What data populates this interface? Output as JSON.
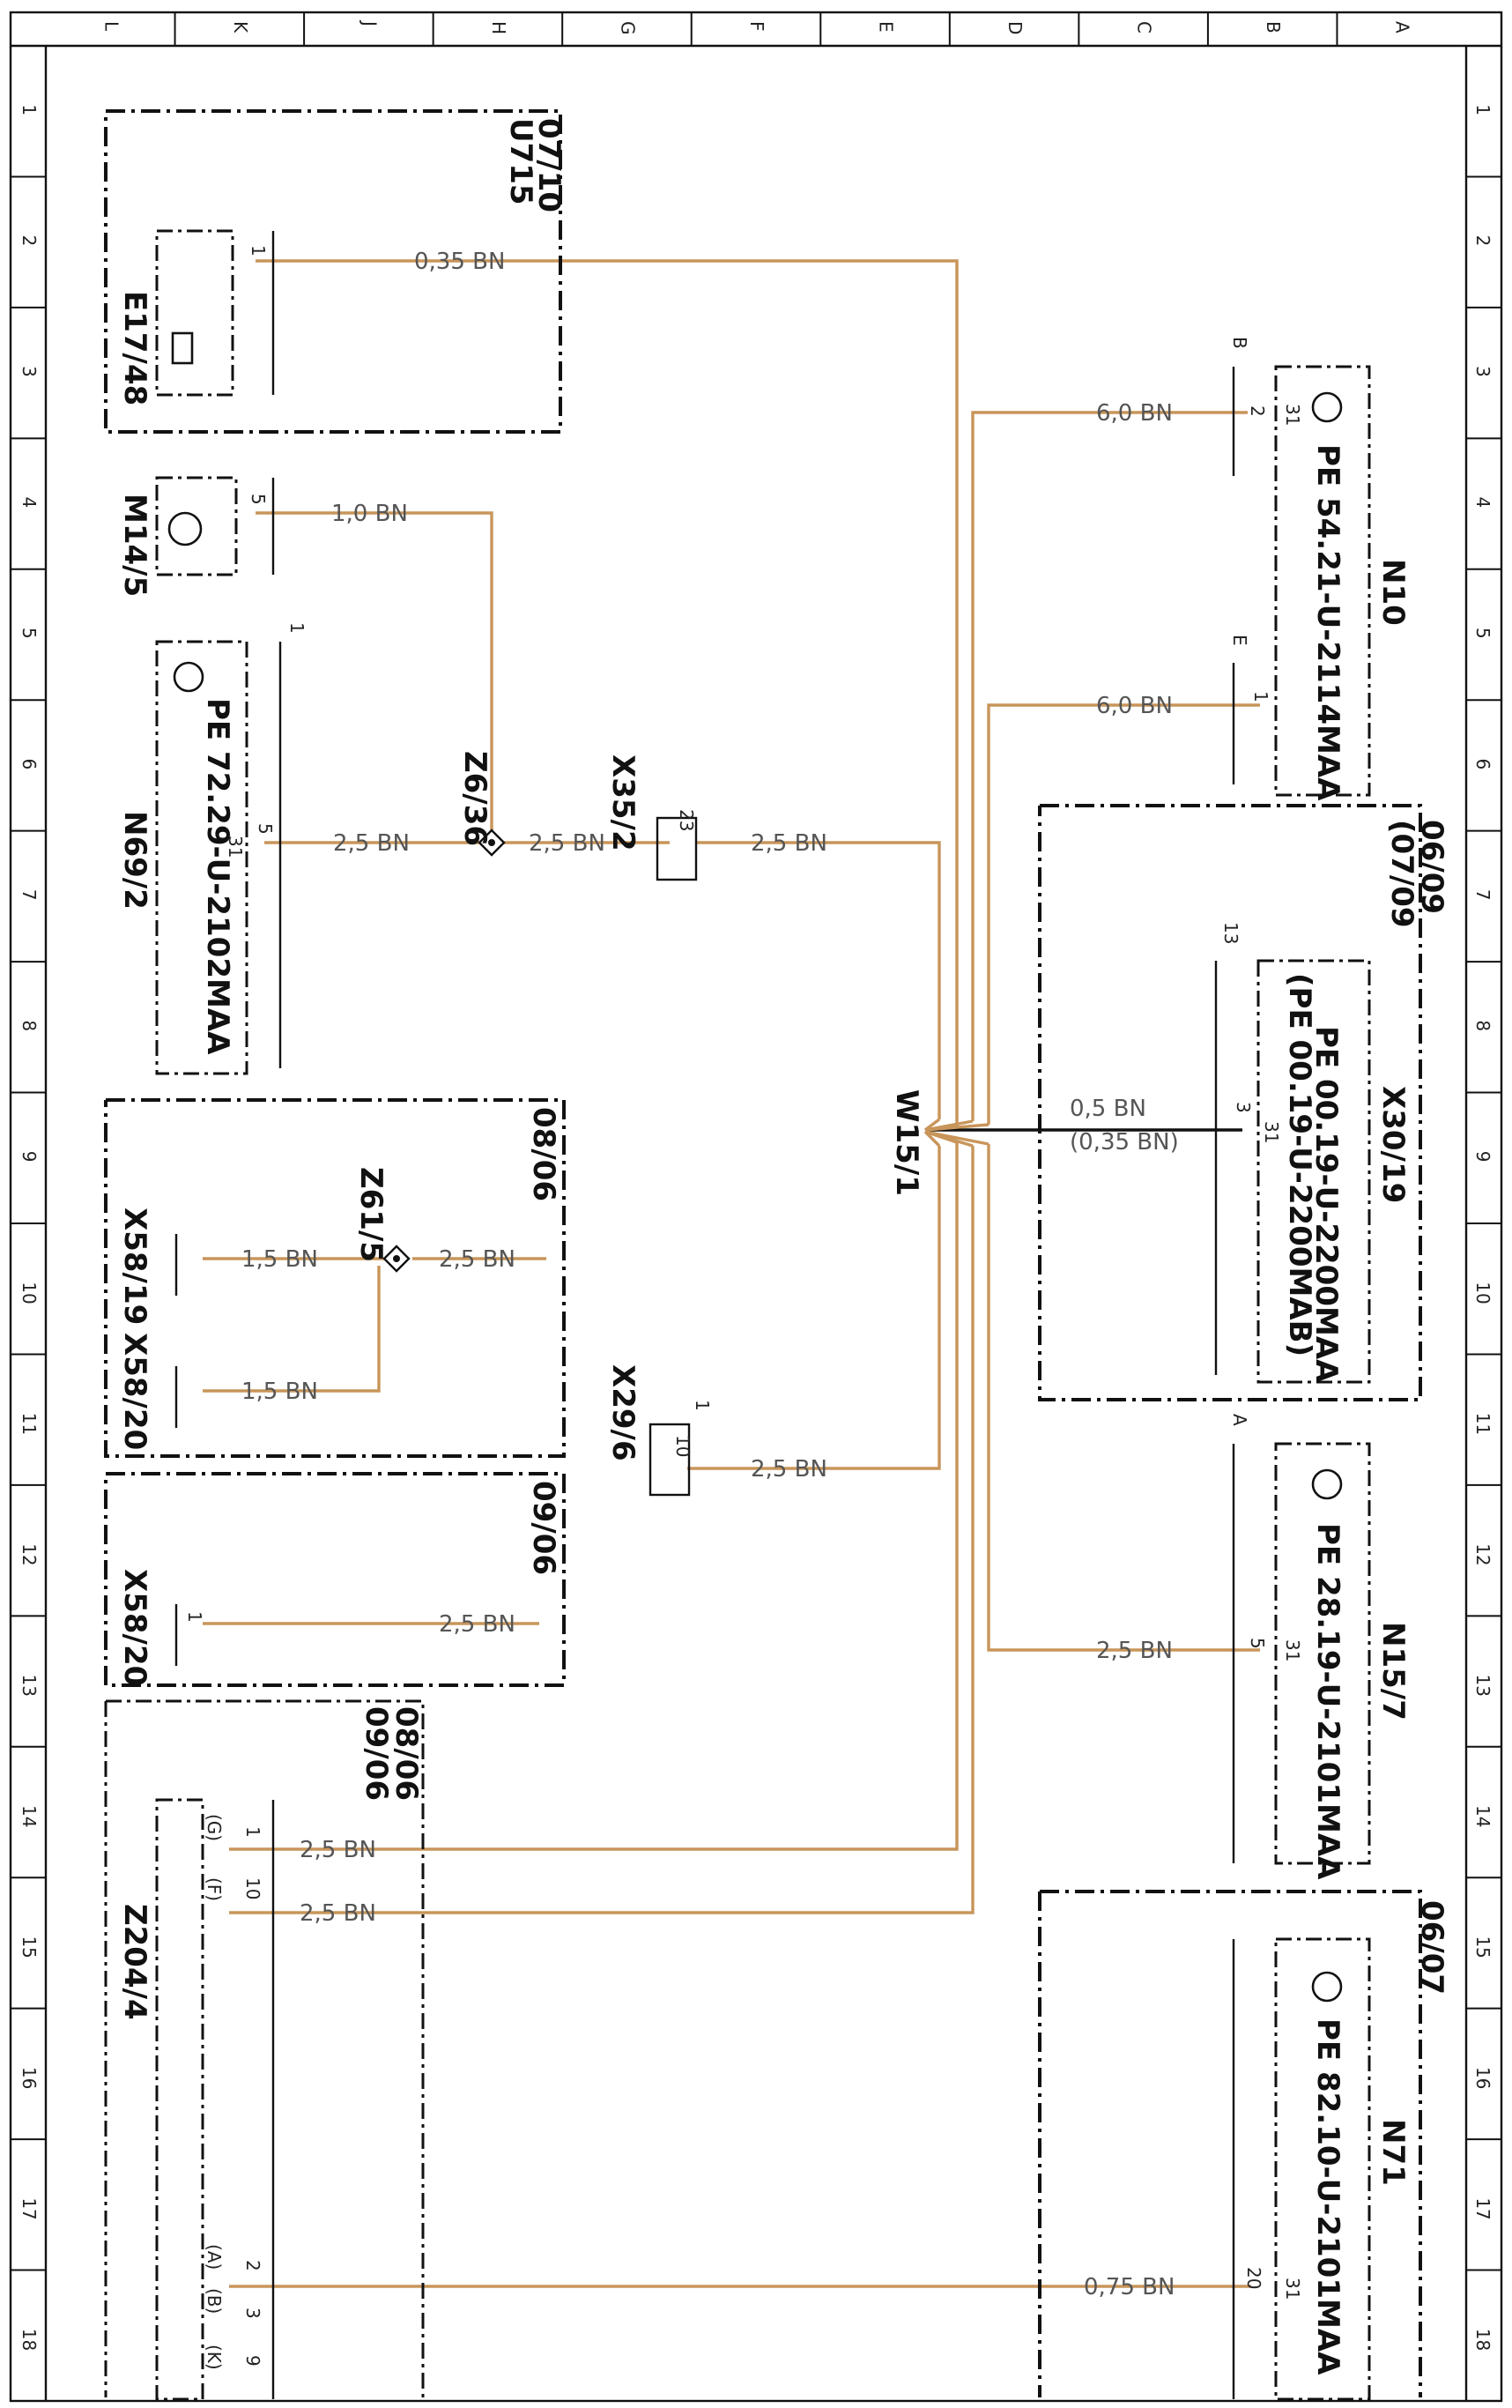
{
  "diagram": {
    "ruler_cols": [
      "L",
      "K",
      "J",
      "H",
      "G",
      "F",
      "E",
      "D",
      "C",
      "B",
      "A"
    ],
    "ruler_rows": [
      "1",
      "2",
      "3",
      "4",
      "5",
      "6",
      "7",
      "8",
      "9",
      "10",
      "11",
      "12",
      "13",
      "14",
      "15",
      "16",
      "17",
      "18"
    ],
    "colors": {
      "wire": "#c8955a",
      "black_wire": "#111111",
      "frame": "#111111"
    },
    "components": {
      "u715": {
        "name": "U715",
        "ref": "07/10"
      },
      "e17_48": {
        "name": "E17/48",
        "pin": "1"
      },
      "m14_5": {
        "name": "M14/5",
        "pin": "5"
      },
      "n69_2": {
        "name": "N69/2",
        "pe": "PE  72.29-U-2102MAA",
        "pin_a": "31",
        "pin_b": "5",
        "pin_c": "1"
      },
      "z6_36": {
        "name": "Z6/36"
      },
      "x35_2": {
        "name": "X35/2",
        "pin": "23"
      },
      "w15_1": {
        "name": "W15/1"
      },
      "n10": {
        "name": "N10",
        "pe": "PE  54.21-U-2114MAA",
        "conn_b": "B",
        "conn_e": "E",
        "pin_31": "31",
        "pin_2": "2",
        "pin_1": "1"
      },
      "x30_19": {
        "name": "X30/19",
        "ref": "06/09",
        "ref2": "(07/09",
        "pe1": "PE  00.19-U-2200MAA",
        "pe2": "(PE  00.19-U-2200MAB)",
        "pin_13": "13",
        "pin_3": "3",
        "pin_31": "31"
      },
      "box_0806": {
        "ref": "08/06"
      },
      "z61_5": {
        "name": "Z61/5"
      },
      "x58_19": {
        "name": "X58/19"
      },
      "x58_20": {
        "name": "X58/20"
      },
      "x58_20b": {
        "name": "X58/20",
        "pin": "1"
      },
      "box_0906": {
        "ref": "09/06"
      },
      "x29_6": {
        "name": "X29/6",
        "pin": "10",
        "pin_top": "1"
      },
      "n15_7": {
        "name": "N15/7",
        "pe": "PE  28.19-U-2101MAA",
        "conn": "A",
        "pin_31": "31",
        "pin_5": "5"
      },
      "z204_4": {
        "name": "Z204/4",
        "ref1": "08/06",
        "ref2": "09/06",
        "pins": [
          "(G)",
          "1",
          "(F)",
          "10",
          "(A)",
          "2",
          "(B)",
          "3",
          "(K)",
          "9"
        ]
      },
      "n71": {
        "name": "N71",
        "ref": "06/07",
        "pe": "PE  82.10-U-2101MAA",
        "pin_20": "20",
        "pin_31": "31"
      }
    },
    "wire_labels": {
      "w_e17": "0,35 BN",
      "w_m14": "1,0 BN",
      "w_n69": "2,5 BN",
      "w_z6": "2,5 BN",
      "w_x35": "2,5 BN",
      "w_n10b": "6,0 BN",
      "w_n10e": "6,0 BN",
      "w_x30a": "0,5 BN",
      "w_x30b": "(0,35 BN)",
      "w_x58_19": "1,5 BN",
      "w_x58_20": "1,5 BN",
      "w_z61": "2,5 BN",
      "w_x29": "2,5 BN",
      "w_x58_20b": "2,5 BN",
      "w_n15": "2,5 BN",
      "w_z204a": "2,5 BN",
      "w_z204b": "2,5 BN",
      "w_n71": "0,75 BN"
    }
  }
}
